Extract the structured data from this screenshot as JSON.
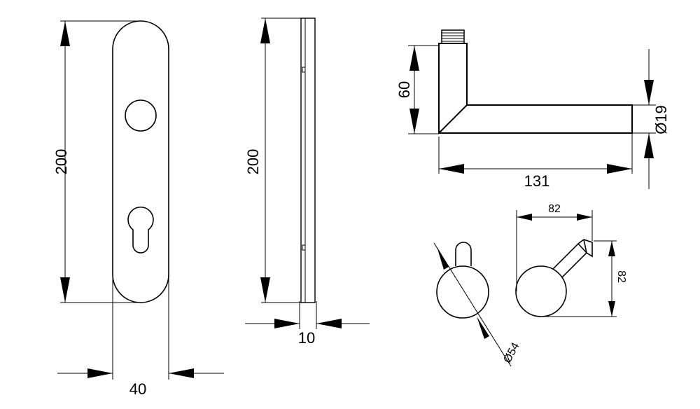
{
  "dimensions": {
    "plate_height": "200",
    "plate_width": "40",
    "side_height": "200",
    "side_thickness": "10",
    "handle_height": "60",
    "handle_length": "131",
    "handle_diameter": "Ø19",
    "rose_diameter": "Ø54",
    "top_width": "82",
    "top_height": "82"
  },
  "colors": {
    "line": "#000000",
    "background": "#ffffff"
  }
}
